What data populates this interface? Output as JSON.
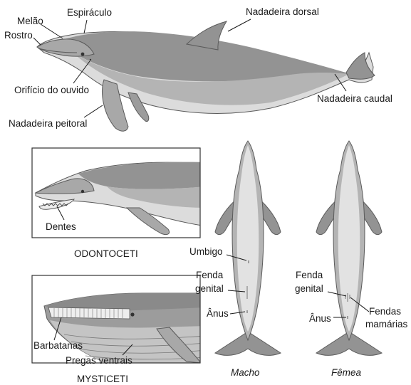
{
  "lateral_view": {
    "labels": {
      "melao": "Melão",
      "espiraculo": "Espiráculo",
      "rostro": "Rostro",
      "nadadeira_dorsal": "Nadadeira dorsal",
      "orificio_ouvido": "Orifício do ouvido",
      "nadadeira_caudal": "Nadadeira caudal",
      "nadadeira_peitoral": "Nadadeira peitoral"
    }
  },
  "odontoceti_panel": {
    "labels": {
      "dentes": "Dentes"
    },
    "caption": "ODONTOCETI"
  },
  "mysticeti_panel": {
    "labels": {
      "barbatanas": "Barbatanas",
      "pregas_ventrais": "Pregas ventrais"
    },
    "caption": "MYSTICETI"
  },
  "ventral_male": {
    "labels": {
      "umbigo": "Umbigo",
      "fenda_genital_1": "Fenda",
      "fenda_genital_2": "genital",
      "anus": "Ânus"
    },
    "caption": "Macho"
  },
  "ventral_female": {
    "labels": {
      "fenda_genital_1": "Fenda",
      "fenda_genital_2": "genital",
      "anus": "Ânus",
      "fendas_mamarias_1": "Fendas",
      "fendas_mamarias_2": "mamárias"
    },
    "caption": "Fêmea"
  },
  "colors": {
    "dark_grey": "#8f8f8f",
    "mid_grey": "#b4b4b4",
    "light_grey": "#dcdcdc",
    "outline": "#5a5a5a"
  }
}
